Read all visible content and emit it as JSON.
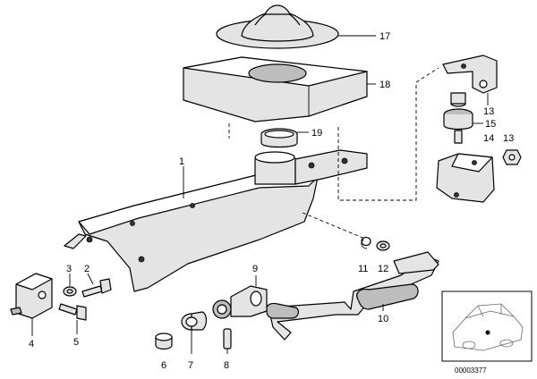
{
  "diagram": {
    "callouts": {
      "p1": "1",
      "p2": "2",
      "p3": "3",
      "p4": "4",
      "p5": "5",
      "p6": "6",
      "p7": "7",
      "p8": "8",
      "p9": "9",
      "p10": "10",
      "p11": "11",
      "p12": "12",
      "p13a": "13",
      "p13b": "13",
      "p14": "14",
      "p15": "15",
      "p17": "17",
      "p18": "18",
      "p19": "19"
    },
    "thumbnail_caption": "00003377"
  }
}
